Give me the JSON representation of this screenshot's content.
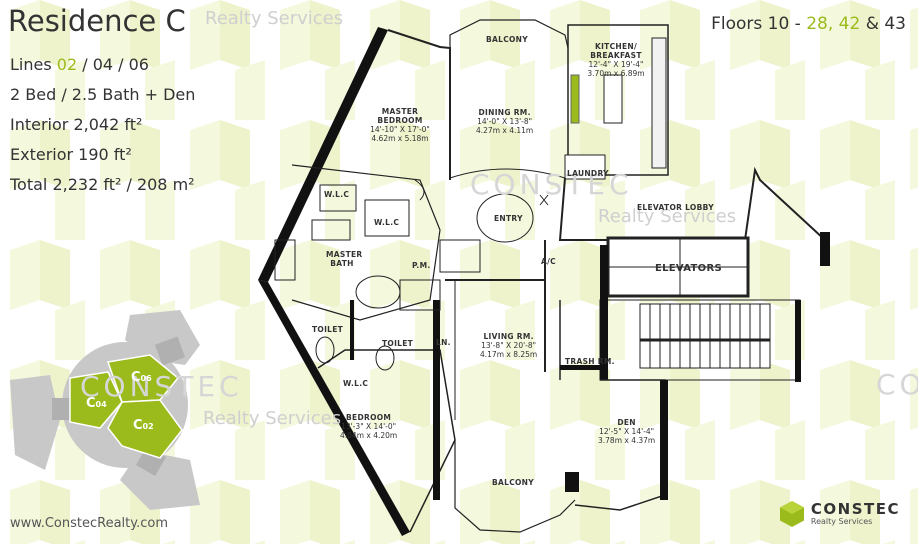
{
  "header": {
    "title": "Residence C",
    "title_watermark": "Realty Services",
    "lines_prefix": "Lines ",
    "lines_values": [
      "02",
      "04",
      "06"
    ],
    "beds_baths": "2 Bed / 2.5 Bath + Den",
    "interior": "Interior 2,042 ft²",
    "exterior": "Exterior 190 ft²",
    "total": "Total 2,232 ft² / 208 m²",
    "floors_prefix": "Floors 10 - ",
    "floors_highlight": "28, 42",
    "floors_suffix": " & 43"
  },
  "watermarks": {
    "brand": "CONSTEC",
    "sub": "Realty Services"
  },
  "rooms": {
    "balcony_top": "BALCONY",
    "kitchen_name": "KITCHEN/ BREAKFAST",
    "kitchen_dim_ft": "12'-4\" X 19'-4\"",
    "kitchen_dim_m": "3.70m x 6.89m",
    "dining_name": "DINING RM.",
    "dining_dim_ft": "14'-0\" X 13'-8\"",
    "dining_dim_m": "4.27m x 4.11m",
    "master_name": "MASTER BEDROOM",
    "master_dim_ft": "14'-10\" X 17'-0\"",
    "master_dim_m": "4.62m x 5.18m",
    "laundry": "LAUNDRY",
    "wlc1": "W.L.C",
    "wlc2": "W.L.C",
    "wlc3": "W.L.C",
    "entry": "ENTRY",
    "elevator_lobby": "ELEVATOR LOBBY",
    "elevators": "ELEVATORS",
    "master_bath": "MASTER BATH",
    "pm": "P.M.",
    "ac": "A/C",
    "toilet1": "TOILET",
    "toilet2": "TOILET",
    "linen": "LN.",
    "living_name": "LIVING RM.",
    "living_dim_ft": "13'-8\" X 20'-8\"",
    "living_dim_m": "4.17m x 8.25m",
    "trash": "TRASH RM.",
    "bedroom_name": "BEDROOM",
    "bedroom_dim_ft": "13'-3\" X 14'-0\"",
    "bedroom_dim_m": "4.04m x 4.20m",
    "den_name": "DEN",
    "den_dim_ft": "12'-5\" X 14'-4\"",
    "den_dim_m": "3.78m x 4.37m",
    "balcony_bottom": "BALCONY"
  },
  "keyplan": {
    "c06": "C",
    "c06_sub": "06",
    "c04": "C",
    "c04_sub": "04",
    "c02": "C",
    "c02_sub": "02"
  },
  "footer": {
    "url": "www.ConstecRealty.com",
    "logo_name": "CONSTEC",
    "logo_sub": "Realty Services"
  },
  "colors": {
    "accent_green": "#9bbb1c",
    "pattern_green": "#f3f7d9",
    "keyplan_grey": "#c8c8c8",
    "keyplan_dark": "#b0b0b0",
    "wall": "#111111"
  }
}
